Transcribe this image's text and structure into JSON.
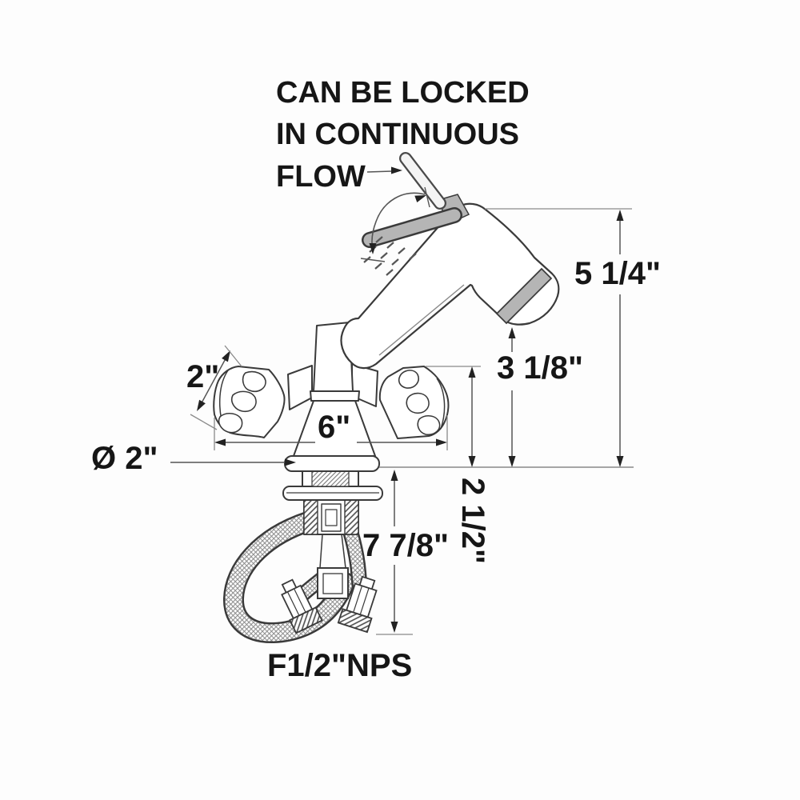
{
  "drawing": {
    "note": {
      "lines": [
        "CAN BE LOCKED",
        "IN CONTINUOUS",
        "FLOW"
      ]
    },
    "dimensions": {
      "overall_height": "5 1/4\"",
      "spout_clearance": "3 1/8\"",
      "handle_height": "2 1/2\"",
      "hose_drop": "7 7/8\"",
      "overall_width": "6\"",
      "knob_diameter": "2\"",
      "base_diameter": "Ø 2\"",
      "thread_spec": "F1/2\"NPS"
    },
    "colors": {
      "outline": "#3a3a3a",
      "dim_line": "#555555",
      "text": "#161616",
      "accent_gray": "#b5b5b5",
      "background": "#fdfdfd"
    }
  }
}
